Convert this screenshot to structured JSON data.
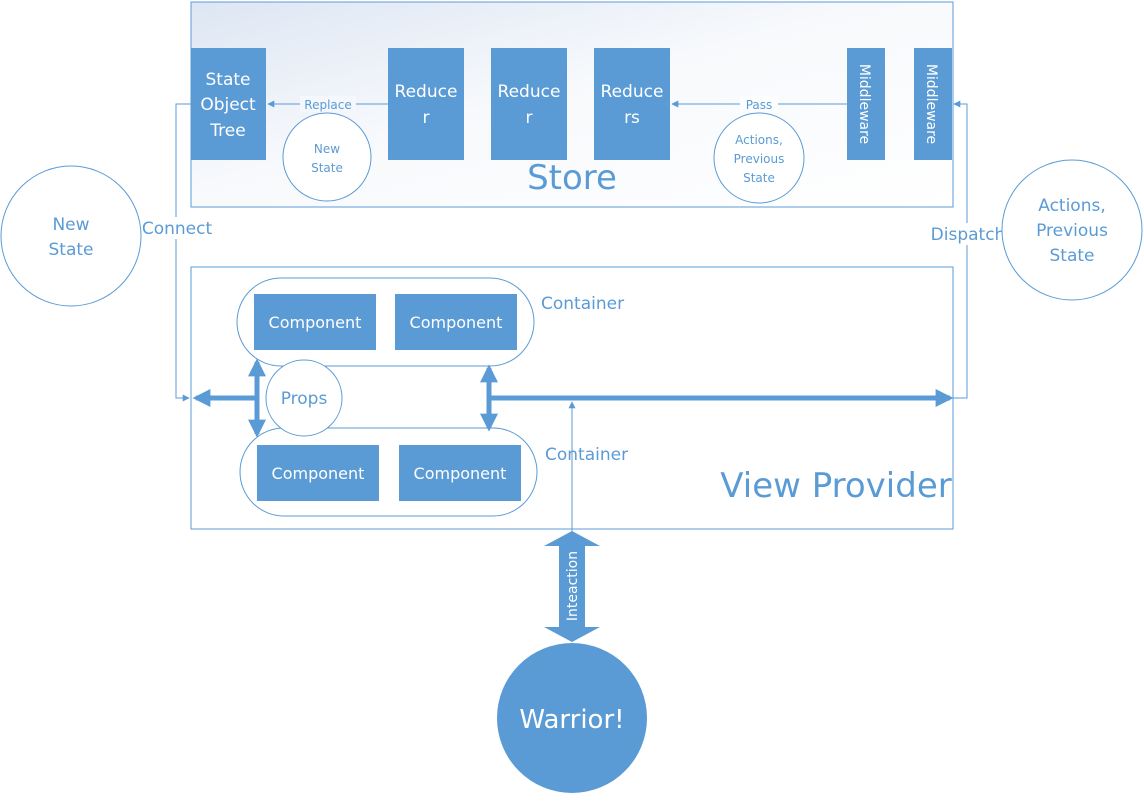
{
  "colors": {
    "box_fill": "#5b9bd5",
    "line": "#5b9bd5",
    "text_blue": "#5b9bd5",
    "white": "#ffffff",
    "store_gradient_start": "#dde6f3"
  },
  "store": {
    "label": "Store",
    "state_tree": [
      "State",
      "Object",
      "Tree"
    ],
    "reducer_1": [
      "Reduce",
      "r"
    ],
    "reducer_2": [
      "Reduce",
      "r"
    ],
    "reducer_3": [
      "Reduce",
      "rs"
    ],
    "middleware_1": "Middleware",
    "middleware_2": "Middleware",
    "replace_label": "Replace",
    "pass_label": "Pass",
    "new_state_bubble": [
      "New",
      "State"
    ],
    "actions_bubble": [
      "Actions,",
      "Previous",
      "State"
    ]
  },
  "side": {
    "connect_label": "Connect",
    "dispatch_label": "Dispatch",
    "new_state_bubble": [
      "New",
      "State"
    ],
    "actions_bubble": [
      "Actions,",
      "Previous",
      "State"
    ]
  },
  "view": {
    "label": "View Provider",
    "container_top_label": "Container",
    "container_bottom_label": "Container",
    "component_1": "Component",
    "component_2": "Component",
    "component_3": "Component",
    "component_4": "Component",
    "props_label": "Props"
  },
  "user": {
    "interaction_label": "Inteaction",
    "warrior_label": "Warrior!"
  }
}
